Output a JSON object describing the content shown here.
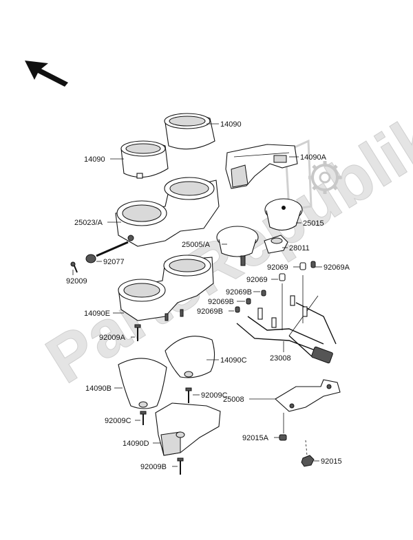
{
  "watermark": "PartsRepublik",
  "labels": {
    "l14090a": "14090",
    "l14090b": "14090",
    "l14090A": "14090A",
    "l25023A": "25023/A",
    "l25015": "25015",
    "l25005A": "25005/A",
    "l28011": "28011",
    "l92077": "92077",
    "l92009": "92009",
    "l92069": "92069",
    "l92069A": "92069A",
    "l92069_2": "92069",
    "l92069B_1": "92069B",
    "l92069B_2": "92069B",
    "l92069B_3": "92069B",
    "l14090E": "14090E",
    "l92009A": "92009A",
    "l23008": "23008",
    "l14090C": "14090C",
    "l14090B": "14090B",
    "l92009C_1": "92009C",
    "l25008": "25008",
    "l92009C_2": "92009C",
    "l92015A": "92015A",
    "l14090D": "14090D",
    "l92015": "92015",
    "l92009B": "92009B"
  },
  "icons": {
    "direction": "arrow-up-left-icon",
    "watermark_gear": "gear-icon"
  }
}
